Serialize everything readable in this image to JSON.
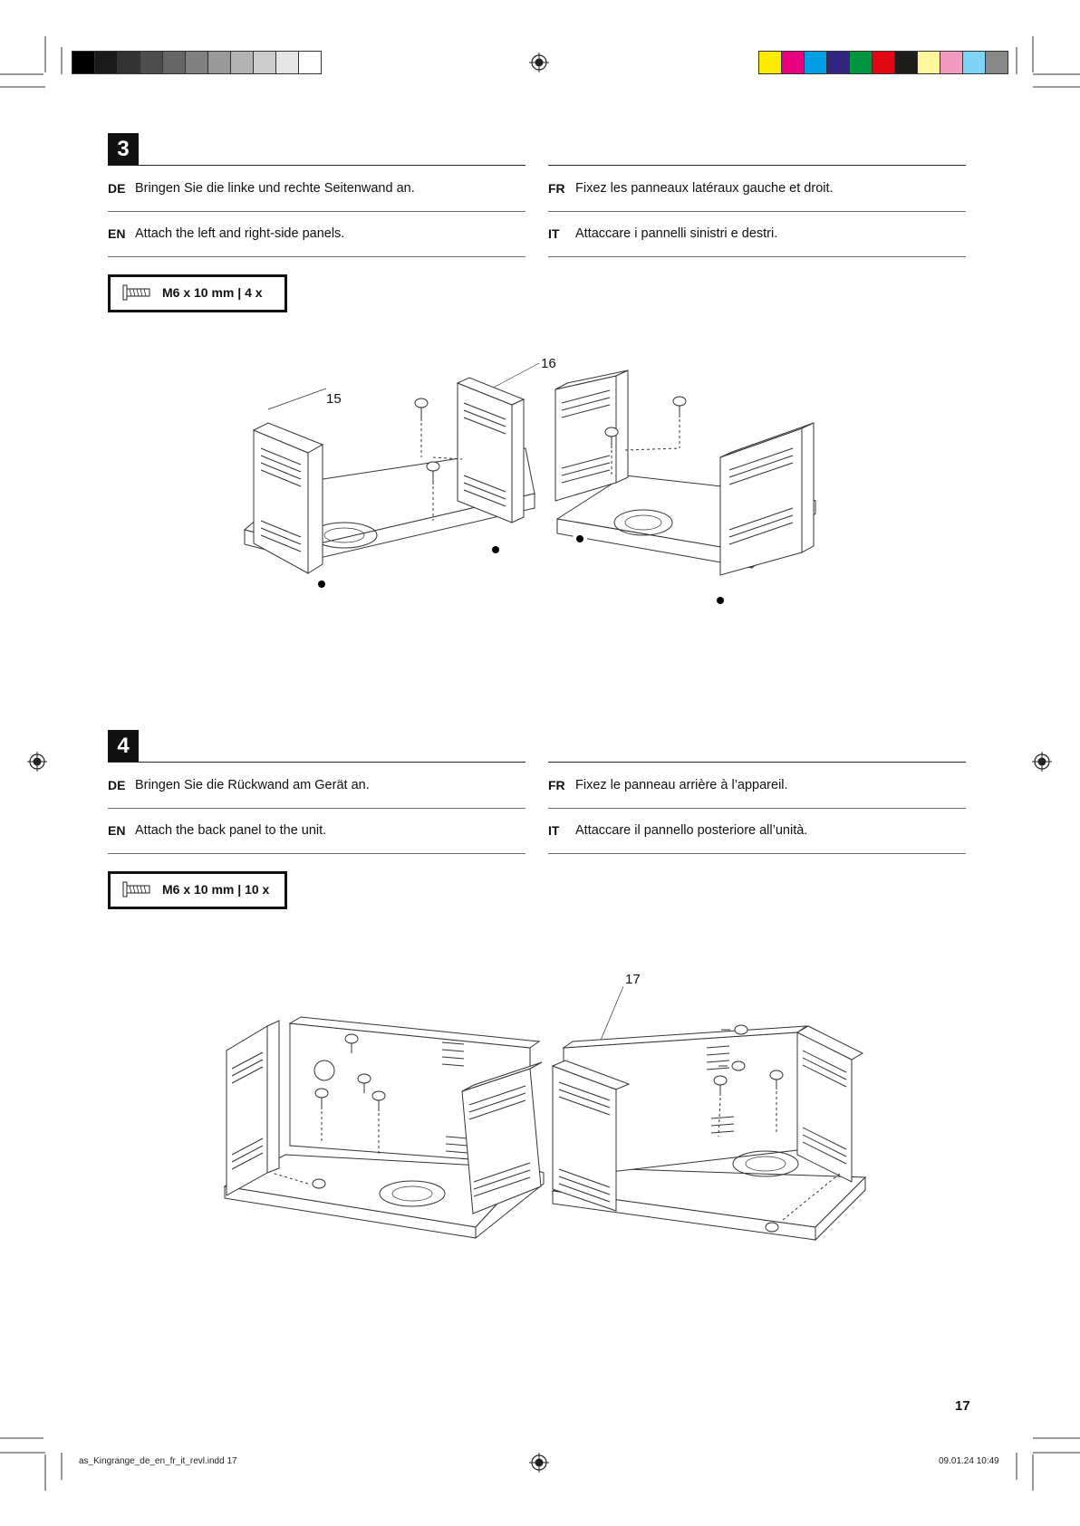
{
  "calibration": {
    "gray_swatches": [
      "#000000",
      "#1a1a1a",
      "#333333",
      "#4d4d4d",
      "#666666",
      "#808080",
      "#999999",
      "#b3b3b3",
      "#cccccc",
      "#e6e6e6",
      "#ffffff"
    ],
    "color_swatches": [
      "#ffed00",
      "#e6007e",
      "#009fe3",
      "#312783",
      "#009640",
      "#e30613",
      "#1d1d1b",
      "#fff59b",
      "#f49ac1",
      "#7fd3f7",
      "#878787"
    ]
  },
  "step3": {
    "number": "3",
    "rows": [
      {
        "lang": "DE",
        "text": "Bringen Sie die linke und rechte Seitenwand an."
      },
      {
        "lang": "EN",
        "text": "Attach the left and right-side panels."
      },
      {
        "lang": "FR",
        "text": "Fixez les panneaux latéraux gauche et droit."
      },
      {
        "lang": "IT",
        "text": "Attaccare i pannelli sinistri e destri."
      }
    ],
    "screw_label": "M6 x 10 mm | 4 x",
    "callouts": [
      "15",
      "16"
    ]
  },
  "step4": {
    "number": "4",
    "rows": [
      {
        "lang": "DE",
        "text": "Bringen Sie die Rückwand am Gerät an."
      },
      {
        "lang": "EN",
        "text": "Attach the back panel to the unit."
      },
      {
        "lang": "FR",
        "text": "Fixez le panneau arrière à l’appareil."
      },
      {
        "lang": "IT",
        "text": "Attaccare il pannello posteriore all’unità."
      }
    ],
    "screw_label": "M6 x 10 mm | 10 x",
    "callouts": [
      "17"
    ]
  },
  "page_number": "17",
  "footer": {
    "filename": "as_Kingrange_de_en_fr_it_revl.indd   17",
    "datetime": "09.01.24   10:49"
  },
  "icons": [
    "registration-mark-icon",
    "screw-icon",
    "crop-mark-icon"
  ]
}
